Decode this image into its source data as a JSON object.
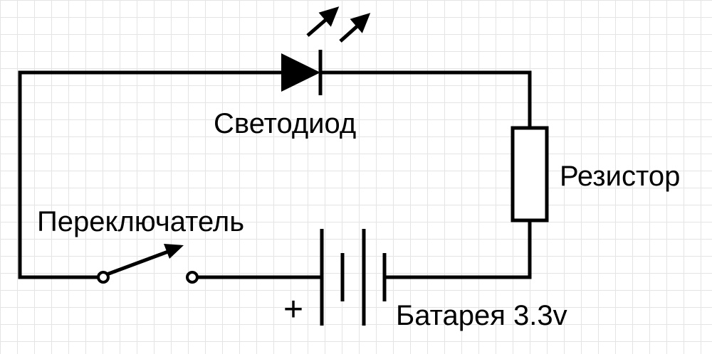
{
  "colors": {
    "wire": "#000000",
    "grid": "#e4e4e4",
    "background": "#ffffff"
  },
  "labels": {
    "led": "Светодиод",
    "resistor": "Резистор",
    "switch": "Переключатель",
    "battery": "Батарея 3.3v",
    "plus": "+"
  },
  "components": [
    {
      "id": "led",
      "type": "led"
    },
    {
      "id": "resistor",
      "type": "resistor"
    },
    {
      "id": "switch",
      "type": "switch",
      "state": "open"
    },
    {
      "id": "battery",
      "type": "battery",
      "voltage": "3.3v"
    }
  ]
}
